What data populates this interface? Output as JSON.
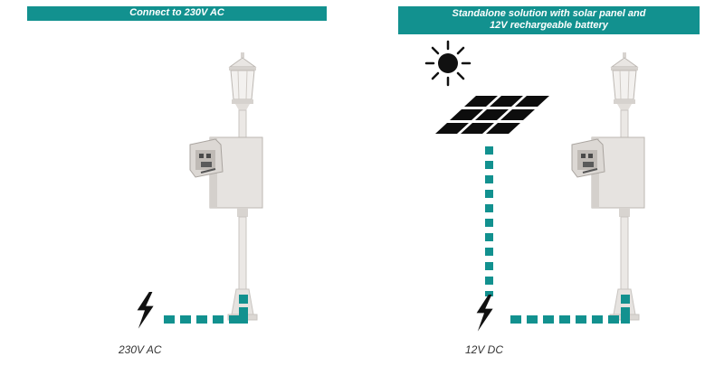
{
  "left_panel": {
    "title": "Connect to 230V AC",
    "voltage_label": "230V AC"
  },
  "right_panel": {
    "title_line1": "Standalone solution with solar panel and",
    "title_line2": "12V rechargeable battery",
    "voltage_label": "12V DC"
  },
  "colors": {
    "accent": "#12918f",
    "pole": "#e9e6e3",
    "pole_shade": "#c9c5c1",
    "solar_panel": "#0d0d0d",
    "icon": "#111111"
  },
  "icons": {
    "sun": "sun-icon",
    "solar_panel": "solar-panel-icon",
    "power": "lightning-bolt-icon",
    "camera_pole": "camera-pole-icon"
  }
}
